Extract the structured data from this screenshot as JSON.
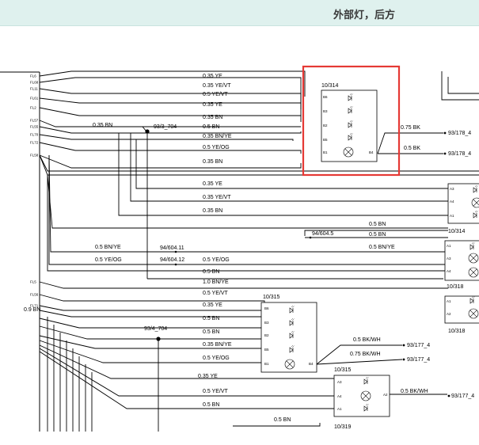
{
  "header": {
    "title": "外部灯，后方"
  },
  "left_pins": [
    "FL6",
    "FL68",
    "FL11",
    "FL61",
    "FL2",
    "FL57",
    "FL55",
    "FL70",
    "FL72",
    "FL58",
    "FL5",
    "FL56",
    "FL71"
  ],
  "wires": {
    "w1": "0.35 YE",
    "w2": "0.35 YE/VT",
    "w3": "0.5 YE/VT",
    "w4": "0.35 YE",
    "w5": "0.35 BN",
    "w6": "0.35 BN",
    "w7": "0.5 BN",
    "w8": "0.35 BN/YE",
    "w9": "0.5 YE/OG",
    "w10": "0.35 BN",
    "w11": "0.35 YE",
    "w12": "0.35 YE/VT",
    "w13": "0.35 BN",
    "w14": "0.5 BN",
    "w15": "0.5 BN",
    "w16": "0.5 BN/YE",
    "w17": "0.5 BN/YE",
    "w18": "0.5 YE/OG",
    "w19": "0.5 YE/OG",
    "w20": "0.5 BN",
    "w21": "1.0 BN/YE",
    "w22": "0.5 YE/VT",
    "w23": "0.35 YE",
    "w24": "0.5 BN",
    "w25": "0.5 BN",
    "w26": "0.35 BN/YE",
    "w27": "0.5 YE/OG",
    "w28": "0.35 YE",
    "w29": "0.5 YE/VT",
    "w30": "0.5 BN",
    "w31": "0.5 BN",
    "o1": "0.75 BK",
    "o2": "0.5 BK",
    "o3": "0.5 BK/WH",
    "o4": "0.75 BK/WH",
    "o5": "0.5 BK/WH",
    "wbn": "0.35 BN",
    "w9bn": "0.9 BN"
  },
  "junctions": {
    "j1": "93/3_704",
    "j2": "94/604.11",
    "j3": "94/604.12",
    "j4": "94/604.5",
    "j5": "93/4_704"
  },
  "ground_refs": {
    "g1": "93/178_4",
    "g2": "93/178_4",
    "g3": "93/177_4",
    "g4": "93/177_4",
    "g5": "93/177_4"
  },
  "components": {
    "c314a": {
      "name": "10/314",
      "pins": [
        "B6",
        "B3",
        "B2",
        "B5",
        "B1"
      ],
      "out": "B4"
    },
    "c314b": {
      "name": "10/314",
      "pins": [
        "A3",
        "A4",
        "A1"
      ]
    },
    "c318a": {
      "name": "10/318",
      "pins": [
        "A1",
        "A3",
        "A4"
      ]
    },
    "c318b": {
      "name": "10/318",
      "pins": [
        "A1",
        "A2"
      ]
    },
    "c315a": {
      "name": "10/315",
      "pins": [
        "B6",
        "B3",
        "B2",
        "B5",
        "B1"
      ],
      "out": "B4"
    },
    "c315b": {
      "name": "10/315",
      "pins": [
        "A3",
        "A4",
        "A1"
      ],
      "out": "A2"
    },
    "c319": {
      "name": "10/319"
    }
  },
  "highlight_color": "#e53935"
}
